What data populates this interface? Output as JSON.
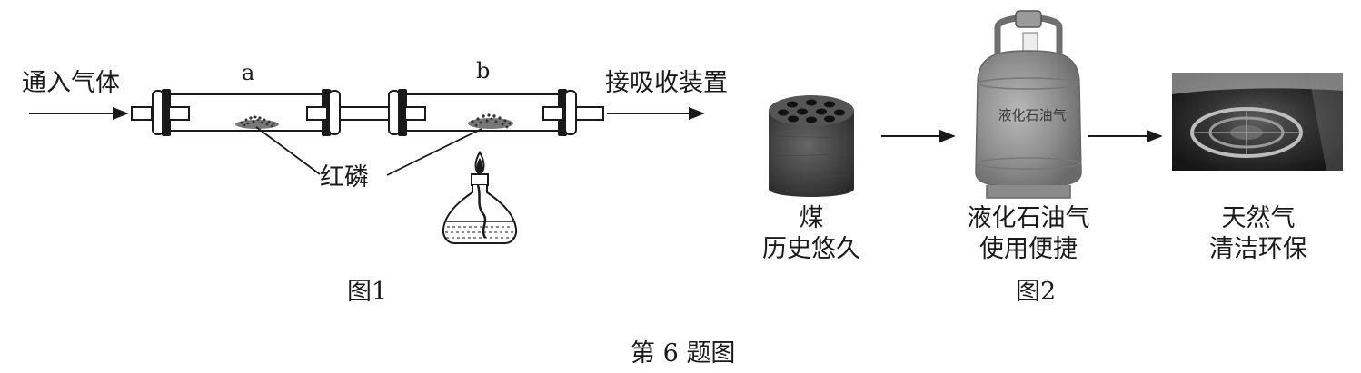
{
  "figure1": {
    "inlet_label": "通入气体",
    "outlet_label": "接吸收装置",
    "tube_a_label": "a",
    "tube_b_label": "b",
    "red_phosphorus_label": "红磷",
    "caption": "图1"
  },
  "figure2": {
    "items": [
      {
        "name": "煤",
        "desc": "历史悠久",
        "icon": "coal-briquette-image"
      },
      {
        "name": "液化石油气",
        "desc": "使用便捷",
        "icon": "lpg-cylinder-image",
        "cylinder_text": "液化石油气"
      },
      {
        "name": "天然气",
        "desc": "清洁环保",
        "icon": "gas-stove-burner-image"
      }
    ],
    "caption": "图2"
  },
  "figure_caption": "第 6 题图"
}
